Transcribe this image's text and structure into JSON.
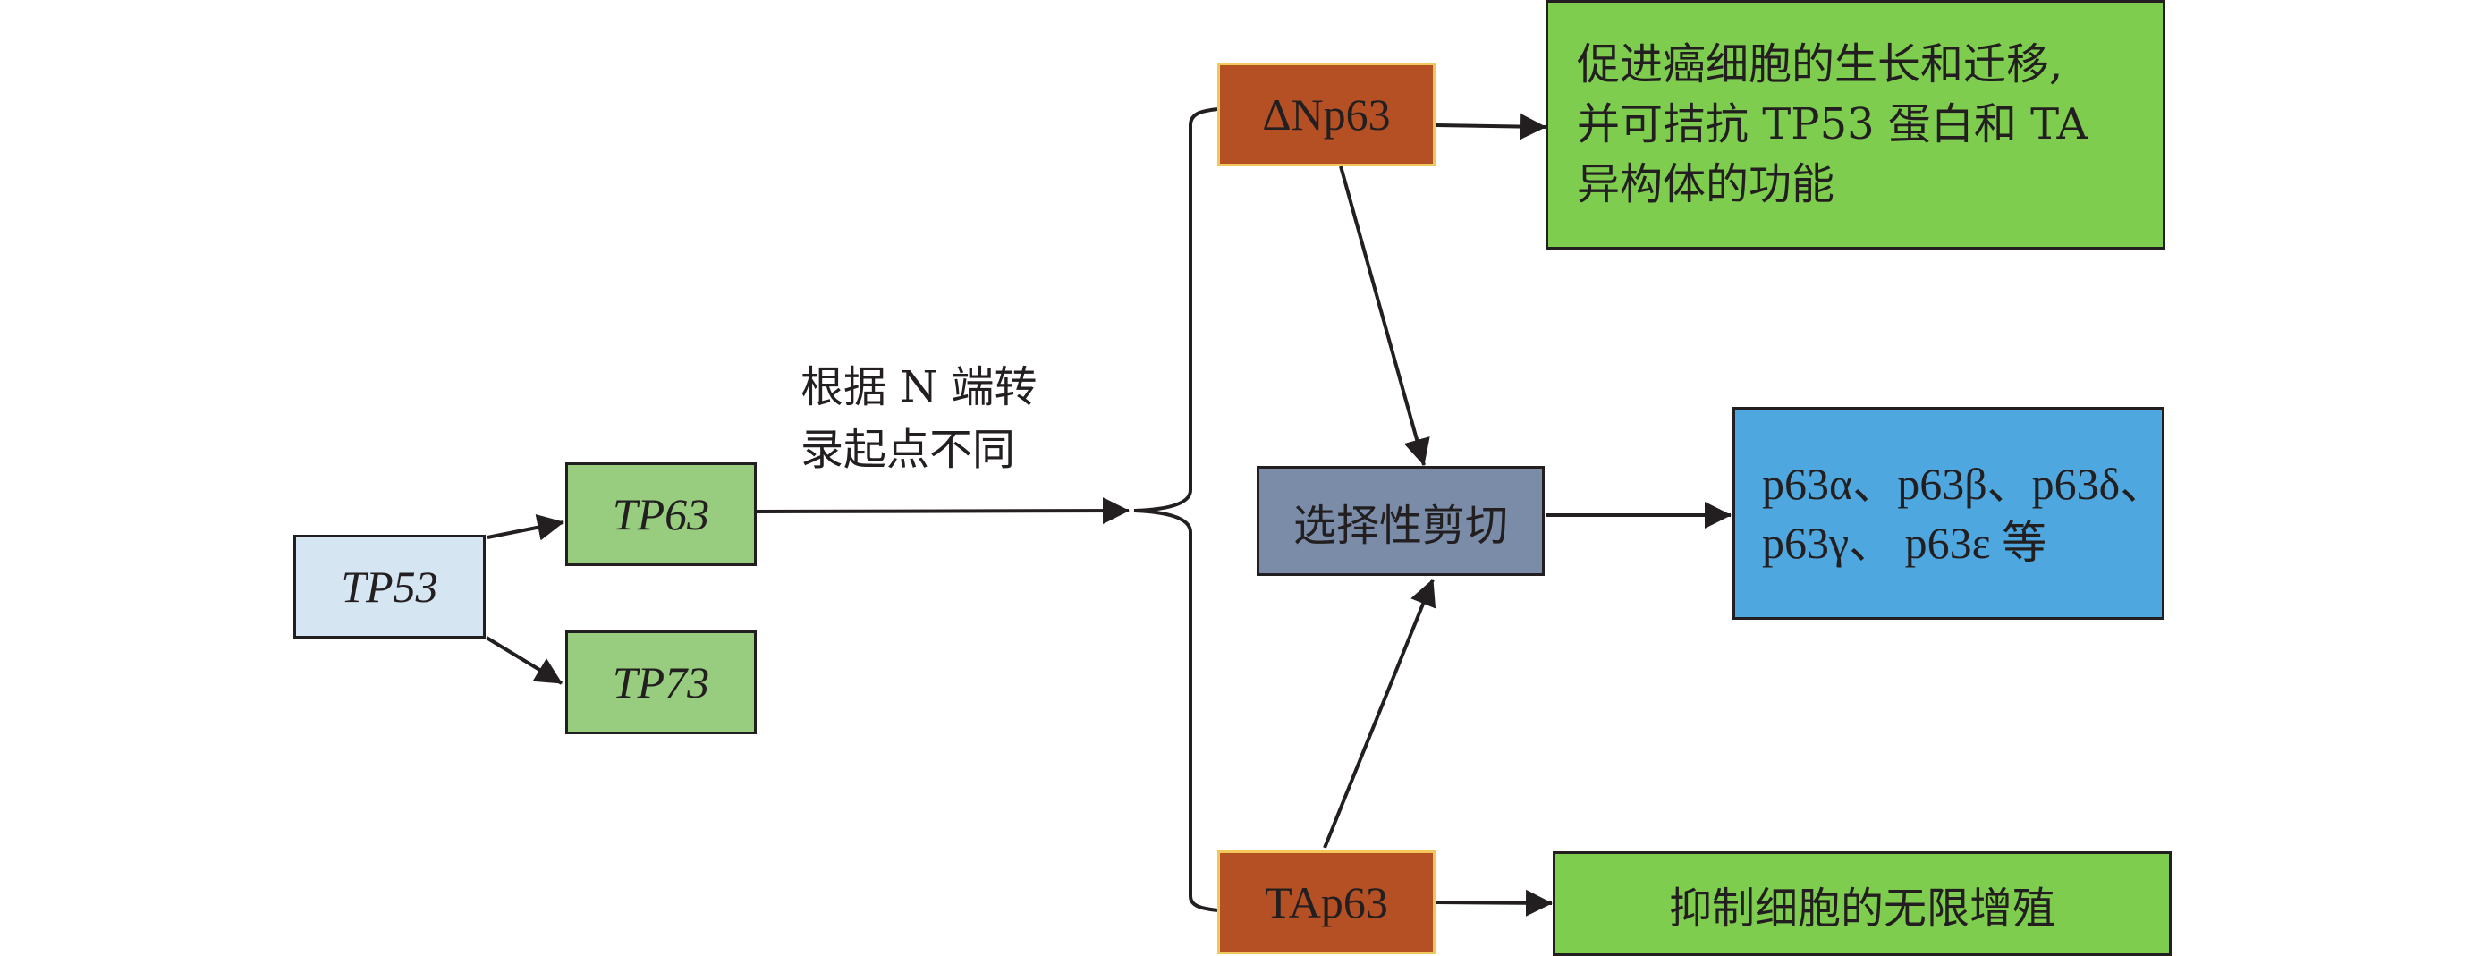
{
  "colors": {
    "tp53_fill": "#D6E5F2",
    "tp63_tp73_fill": "#98CD80",
    "isoform_fill": "#B55024",
    "isoform_border": "#F2C75C",
    "function_fill": "#7ECD4F",
    "splicing_fill": "#7A8CA8",
    "variants_fill": "#4EA8DF",
    "line": "#231F20"
  },
  "nodes": {
    "tp53": {
      "label": "TP53"
    },
    "tp63": {
      "label": "TP63"
    },
    "tp73": {
      "label": "TP73"
    },
    "delta_np63": {
      "label": "ΔNp63"
    },
    "tap63": {
      "label": "TAp63"
    },
    "alt_splicing": {
      "label": "选择性剪切"
    },
    "delta_np63_function": {
      "lines": [
        "促进癌细胞的生长和迁移,",
        "并可拮抗 TP53 蛋白和 TA",
        "异构体的功能"
      ]
    },
    "splice_variants": {
      "lines": [
        "p63α、p63β、p63δ、",
        "p63γ、 p63ε 等"
      ]
    },
    "tap63_function": {
      "label": "抑制细胞的无限增殖"
    }
  },
  "edge_label": {
    "lines": [
      "根据 N 端转",
      "录起点不同"
    ]
  },
  "edges": [
    {
      "from": "tp53",
      "to": "tp63"
    },
    {
      "from": "tp53",
      "to": "tp73"
    },
    {
      "from": "tp63",
      "to": "isoform-brace"
    },
    {
      "from": "delta_np63",
      "to": "delta_np63_function"
    },
    {
      "from": "delta_np63",
      "to": "alt_splicing"
    },
    {
      "from": "tap63",
      "to": "alt_splicing"
    },
    {
      "from": "alt_splicing",
      "to": "splice_variants"
    },
    {
      "from": "tap63",
      "to": "tap63_function"
    }
  ]
}
